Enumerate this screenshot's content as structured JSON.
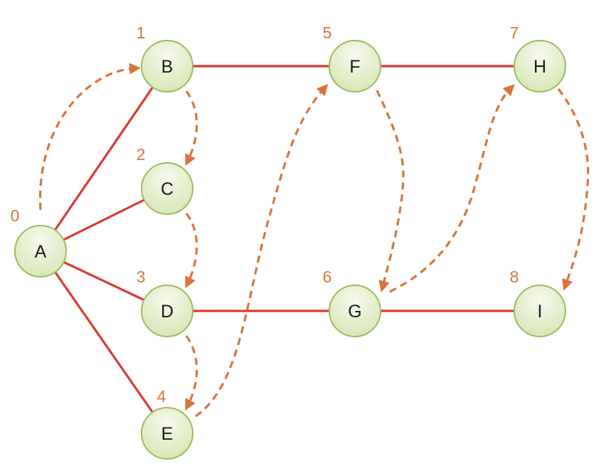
{
  "nodes": [
    {
      "id": "A",
      "order": "0"
    },
    {
      "id": "B",
      "order": "1"
    },
    {
      "id": "C",
      "order": "2"
    },
    {
      "id": "D",
      "order": "3"
    },
    {
      "id": "E",
      "order": "4"
    },
    {
      "id": "F",
      "order": "5"
    },
    {
      "id": "G",
      "order": "6"
    },
    {
      "id": "H",
      "order": "7"
    },
    {
      "id": "I",
      "order": "8"
    }
  ],
  "edges": [
    [
      "A",
      "B"
    ],
    [
      "A",
      "C"
    ],
    [
      "A",
      "D"
    ],
    [
      "A",
      "E"
    ],
    [
      "B",
      "F"
    ],
    [
      "F",
      "H"
    ],
    [
      "D",
      "G"
    ],
    [
      "G",
      "I"
    ]
  ],
  "traversal": [
    "A",
    "B",
    "C",
    "D",
    "E",
    "F",
    "G",
    "H",
    "I"
  ],
  "colors": {
    "edge": "#d93a30",
    "traversal": "#d9743a",
    "node_stroke": "#9cbb5e",
    "node_fill": "#e6efcf"
  }
}
